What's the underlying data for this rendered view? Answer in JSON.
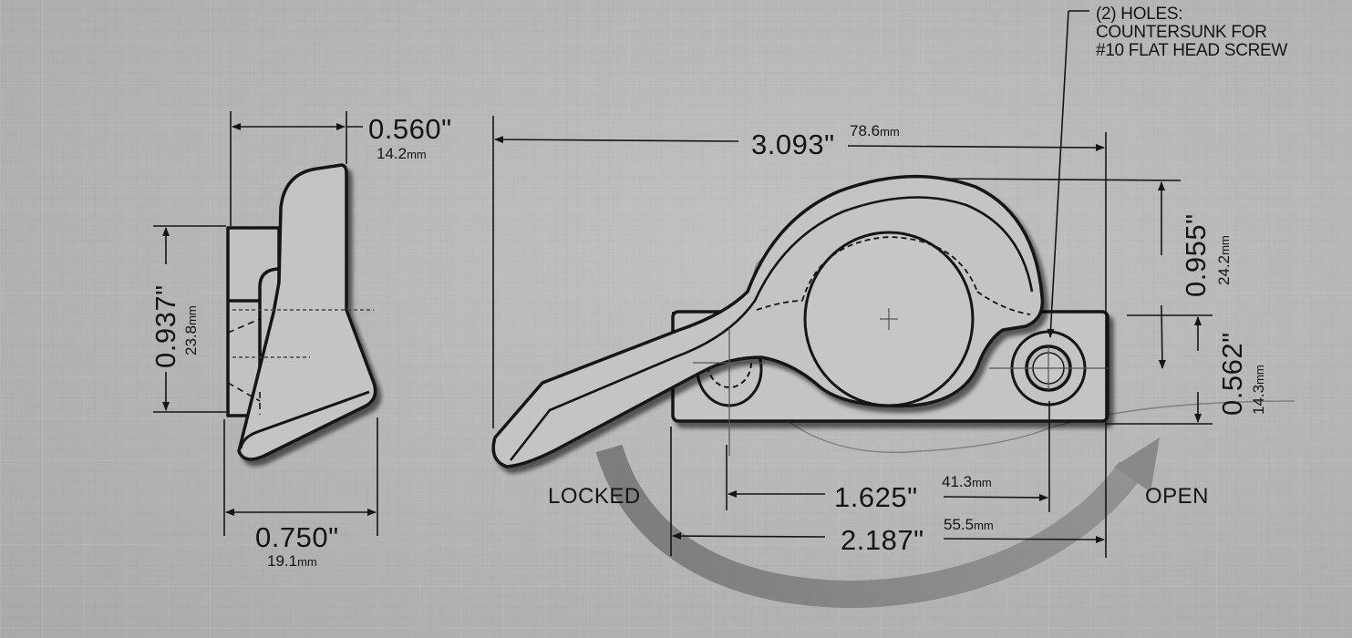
{
  "drawing": {
    "subject": "Sash lock dimensional drawing",
    "note": {
      "lines": [
        "(2) HOLES:",
        "COUNTERSUNK FOR",
        "#10 FLAT HEAD SCREW"
      ]
    },
    "side_view": {
      "width_top": {
        "inches": "0.560\"",
        "mm_value": "14.2",
        "mm_unit": "mm"
      },
      "height": {
        "inches": "0.937\"",
        "mm_value": "23.8",
        "mm_unit": "mm"
      },
      "width_bottom": {
        "inches": "0.750\"",
        "mm_value": "19.1",
        "mm_unit": "mm"
      }
    },
    "front_view": {
      "overall_length": {
        "inches": "3.093\"",
        "mm_value": "78.6",
        "mm_unit": "mm"
      },
      "cam_height": {
        "inches": "0.955\"",
        "mm_value": "24.2",
        "mm_unit": "mm"
      },
      "base_height": {
        "inches": "0.562\"",
        "mm_value": "14.3",
        "mm_unit": "mm"
      },
      "hole_spacing": {
        "inches": "1.625\"",
        "mm_value": "41.3",
        "mm_unit": "mm"
      },
      "base_length": {
        "inches": "2.187\"",
        "mm_value": "55.5",
        "mm_unit": "mm"
      }
    },
    "states": {
      "locked": "LOCKED",
      "open": "OPEN"
    },
    "colors": {
      "paper": "#b7b7b5",
      "ink": "#151515",
      "part_fill": "#c4c4c2",
      "arrow_gray": "#7e7e7c"
    }
  }
}
